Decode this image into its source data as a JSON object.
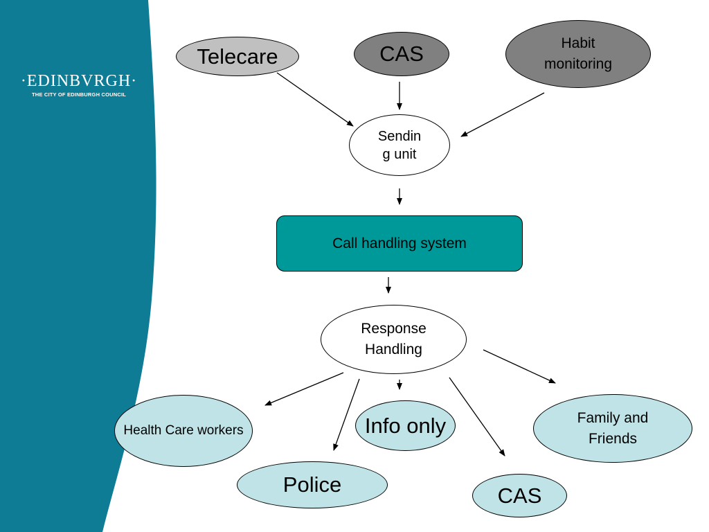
{
  "branding": {
    "logo_text": "·EDINBVRGH·",
    "logo_subtitle": "THE CITY OF EDINBURGH COUNCIL"
  },
  "colors": {
    "sidebar": "#0e7c95",
    "call_handling_fill": "#009999",
    "telecare_fill": "#c0c0c0",
    "cas_top_fill": "#808080",
    "habit_fill": "#808080",
    "outcome_fill": "#bfe3e6",
    "white_fill": "#ffffff"
  },
  "diagram": {
    "inputs": {
      "telecare": "Telecare",
      "cas": "CAS",
      "habit_monitoring_line1": "Habit",
      "habit_monitoring_line2": "monitoring"
    },
    "sending_unit_line1": "Sendin",
    "sending_unit_line2": "g unit",
    "call_handling_system": "Call handling system",
    "response_handling_line1": "Response",
    "response_handling_line2": "Handling",
    "outcomes": {
      "health_care_workers": "Health Care workers",
      "police": "Police",
      "info_only": "Info only",
      "cas": "CAS",
      "family_friends_line1": "Family and",
      "family_friends_line2": "Friends"
    }
  }
}
